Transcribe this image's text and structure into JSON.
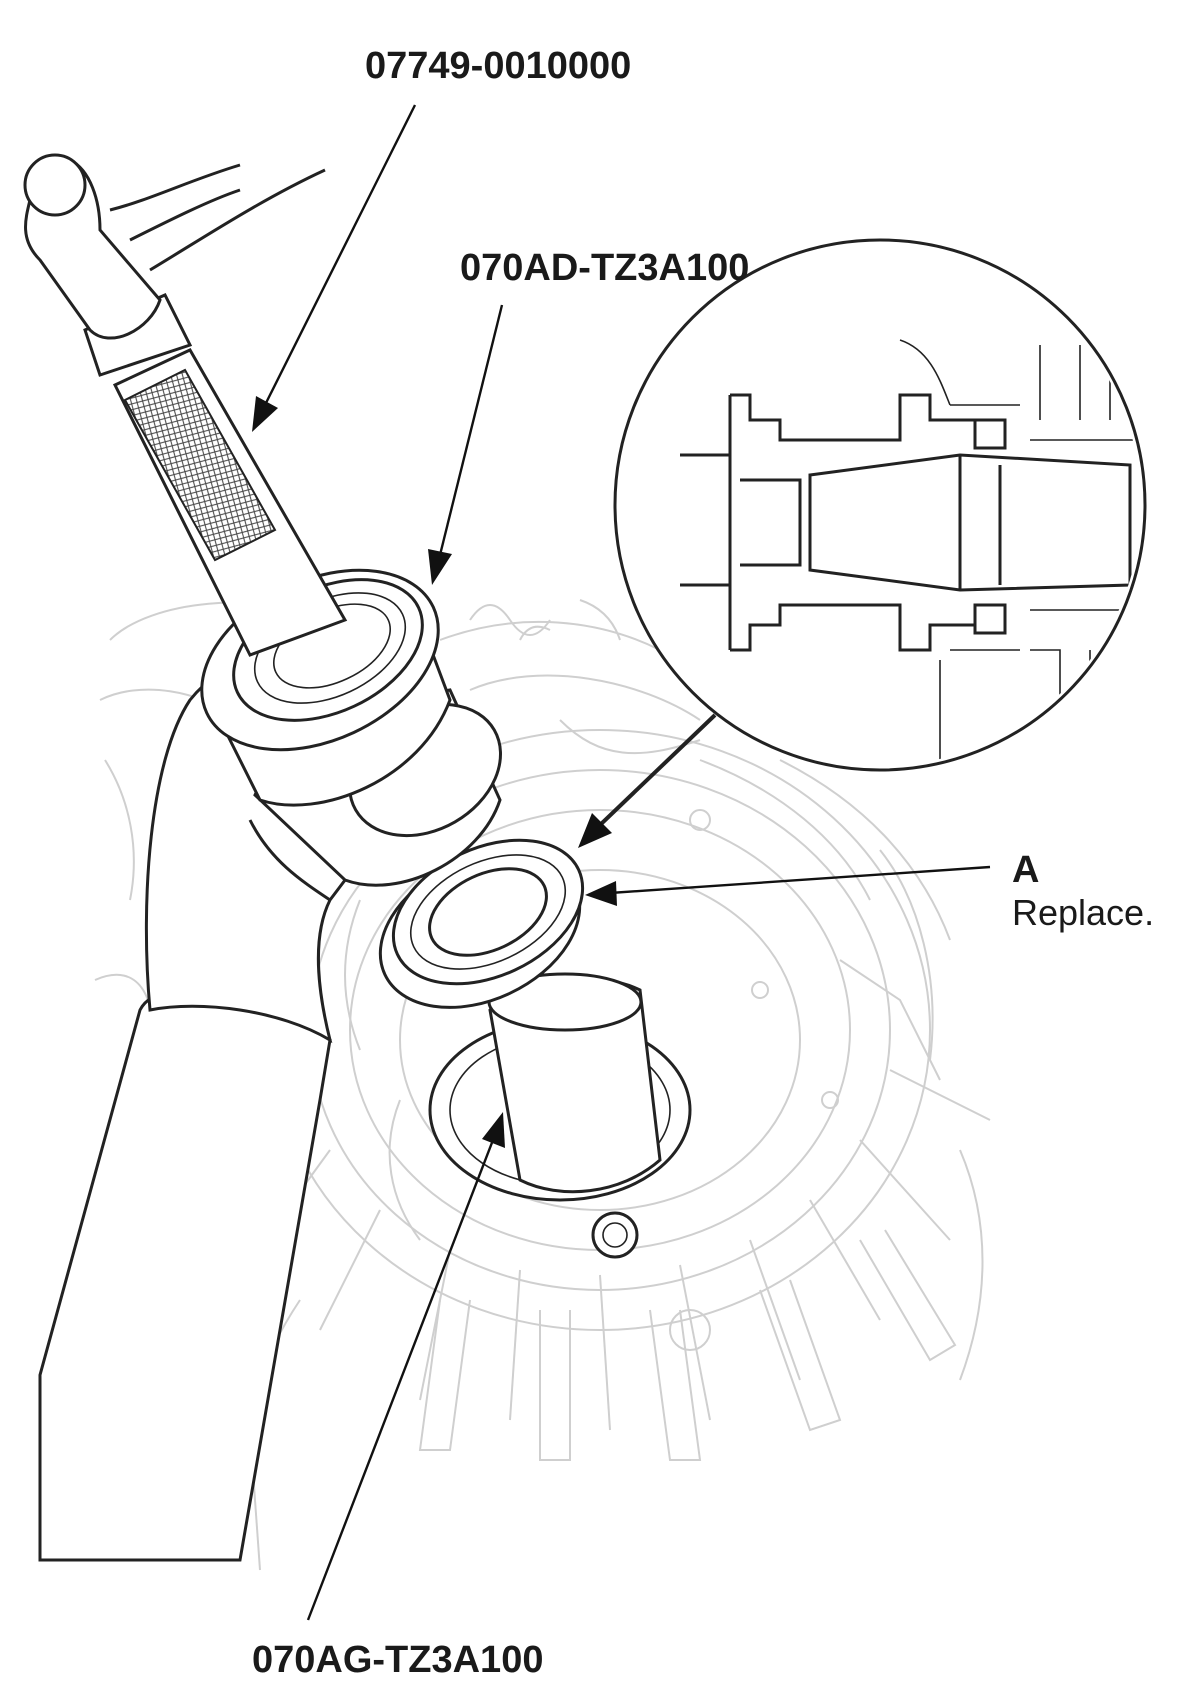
{
  "labels": {
    "tool_handle": "07749-0010000",
    "tool_driver": "070AD-TZ3A100",
    "tool_guide": "070AG-TZ3A100",
    "part_letter": "A",
    "part_note": "Replace."
  },
  "colors": {
    "ink": "#222222",
    "background_linework": "#cfcfcf"
  },
  "icons": {
    "hammer": "hammer-icon",
    "hand": "hand-icon",
    "seal": "oil-seal-icon",
    "magnifier": "detail-callout-icon"
  }
}
